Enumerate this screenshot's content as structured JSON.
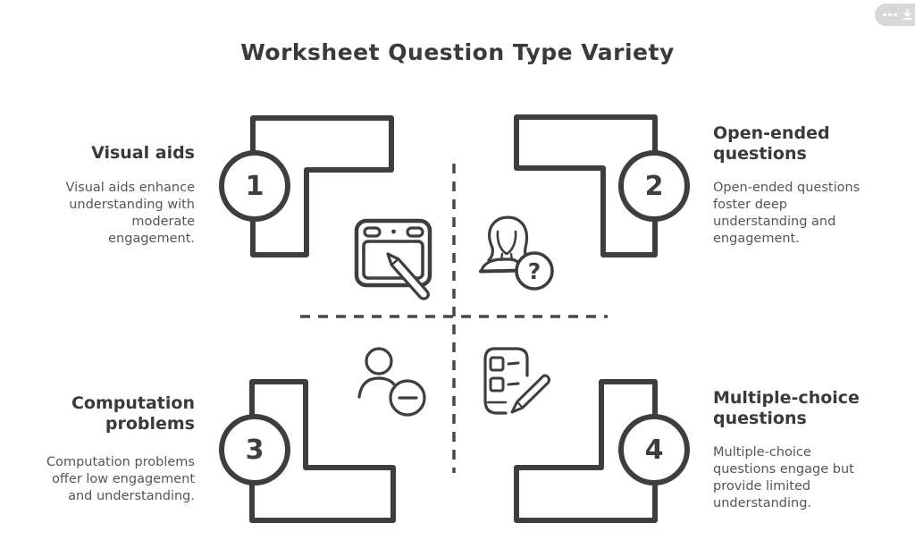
{
  "header": {
    "title": "Worksheet Question Type Variety"
  },
  "toolbar": {
    "more_icon": "ellipsis-icon",
    "download_icon": "download-icon"
  },
  "icons": {
    "question_mark": "?"
  },
  "quadrants": [
    {
      "number": "1",
      "title": "Visual aids",
      "description": "Visual aids enhance understanding with moderate engagement.",
      "icon": "drawing-tablet-icon"
    },
    {
      "number": "2",
      "title": "Open-ended questions",
      "description": "Open-ended questions foster deep understanding and engagement.",
      "icon": "person-question-icon"
    },
    {
      "number": "3",
      "title": "Computation problems",
      "description": "Computation problems offer low engagement and understanding.",
      "icon": "person-minus-icon"
    },
    {
      "number": "4",
      "title": "Multiple-choice questions",
      "description": "Multiple-choice questions engage but provide limited understanding.",
      "icon": "checklist-pencil-icon"
    }
  ],
  "colors": {
    "stroke": "#3e3e41",
    "heading": "#3a3a3d",
    "body_text": "#55555a",
    "background": "#ffffff",
    "pill": "#d8d8d8"
  }
}
